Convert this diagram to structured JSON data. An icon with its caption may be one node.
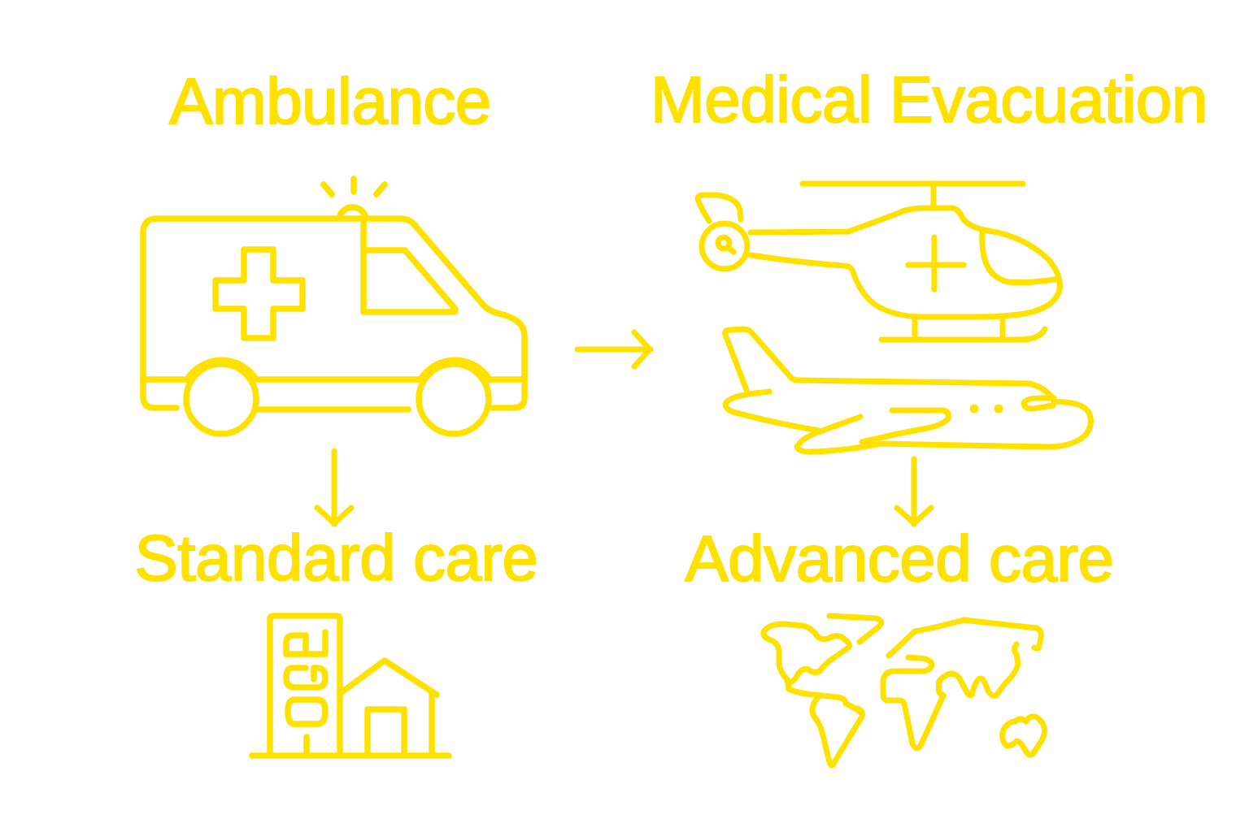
{
  "diagram": {
    "nodes": [
      {
        "text": [
          "Ambulance"
        ]
      },
      {
        "text": [
          "Medical Evacuation"
        ]
      },
      {
        "text": [
          "Standard care"
        ]
      },
      {
        "text": [
          "Advanced care"
        ]
      }
    ],
    "edges": [
      {
        "from": 0,
        "to": 1,
        "arrow": "to"
      },
      {
        "from": 0,
        "to": 2,
        "arrow": "to"
      },
      {
        "from": 1,
        "to": 3,
        "arrow": "to"
      }
    ]
  }
}
